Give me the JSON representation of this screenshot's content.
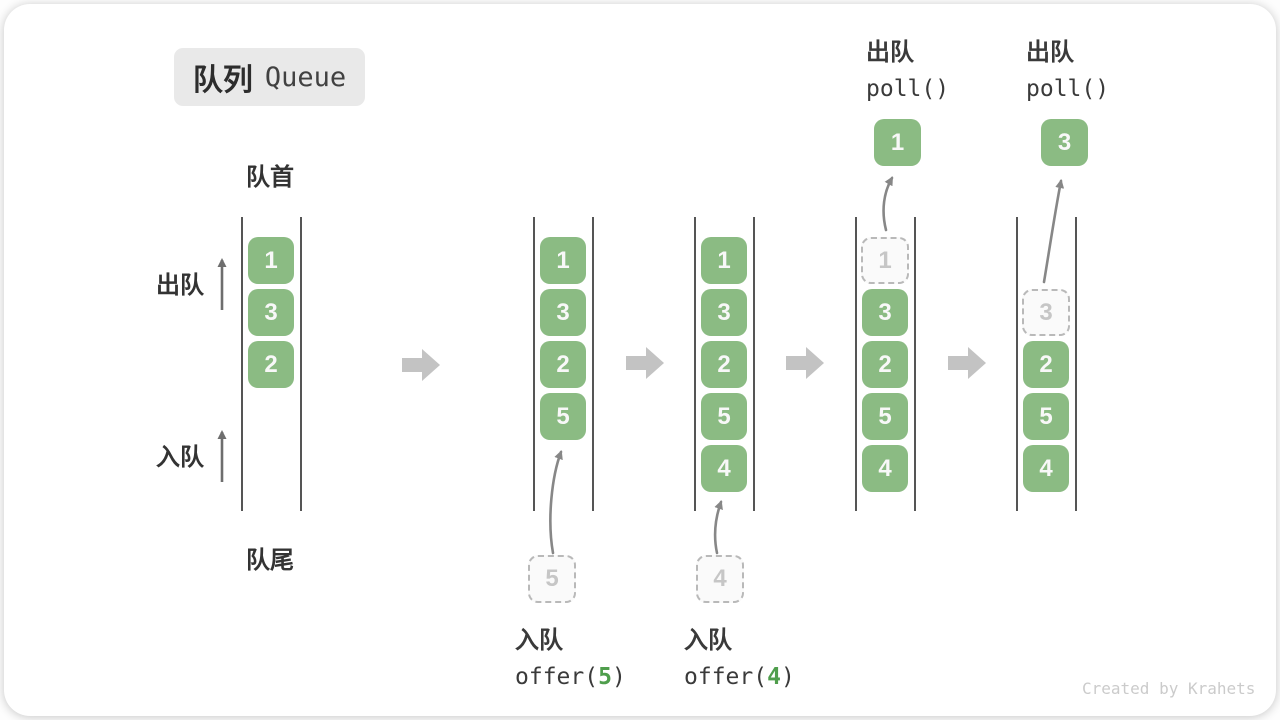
{
  "title": {
    "zh": "队列",
    "en": "Queue"
  },
  "labels": {
    "front": "队首",
    "rear": "队尾",
    "dequeue": "出队",
    "enqueue": "入队"
  },
  "operations": {
    "enqueue5": {
      "action": "入队",
      "code_pre": "offer(",
      "code_arg": "5",
      "code_post": ")"
    },
    "enqueue4": {
      "action": "入队",
      "code_pre": "offer(",
      "code_arg": "4",
      "code_post": ")"
    },
    "dequeue1": {
      "action": "出队",
      "code": "poll()"
    },
    "dequeue3": {
      "action": "出队",
      "code": "poll()"
    }
  },
  "queues": {
    "state1": {
      "cells": [
        "1",
        "3",
        "2"
      ]
    },
    "state2": {
      "cells": [
        "1",
        "3",
        "2",
        "5"
      ],
      "incoming": "5"
    },
    "state3": {
      "cells": [
        "1",
        "3",
        "2",
        "5",
        "4"
      ],
      "incoming": "4"
    },
    "state4": {
      "ghost": "1",
      "cells": [
        "3",
        "2",
        "5",
        "4"
      ],
      "polled": "1"
    },
    "state5": {
      "ghost": "3",
      "cells": [
        "2",
        "5",
        "4"
      ],
      "polled": "3"
    }
  },
  "footer": {
    "credit": "Created by Krahets"
  },
  "colors": {
    "box_green": "#8bbb83",
    "accent_green": "#4f9e4c",
    "ghost_border": "#b9b9b9",
    "ghost_text": "#c6c6c6",
    "step_arrow_gray": "#c3c3c3",
    "path_arrow_gray": "#878787",
    "queue_line": "#555555",
    "title_bg": "#e9e9e9"
  }
}
